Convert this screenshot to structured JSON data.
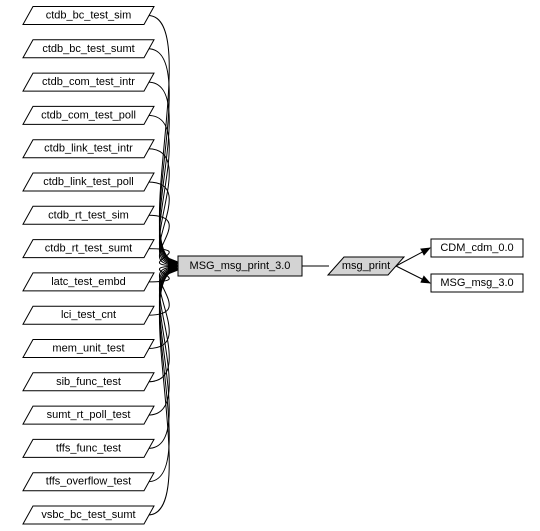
{
  "diagram": {
    "center_node": {
      "label": "MSG_msg_print_3.0",
      "fill": "#d3d3d3"
    },
    "mid_node": {
      "label": "msg_print",
      "fill": "#d3d3d3"
    },
    "callers": [
      {
        "label": "ctdb_bc_test_sim"
      },
      {
        "label": "ctdb_bc_test_sumt"
      },
      {
        "label": "ctdb_com_test_intr"
      },
      {
        "label": "ctdb_com_test_poll"
      },
      {
        "label": "ctdb_link_test_intr"
      },
      {
        "label": "ctdb_link_test_poll"
      },
      {
        "label": "ctdb_rt_test_sim"
      },
      {
        "label": "ctdb_rt_test_sumt"
      },
      {
        "label": "latc_test_embd"
      },
      {
        "label": "lci_test_cnt"
      },
      {
        "label": "mem_unit_test"
      },
      {
        "label": "sib_func_test"
      },
      {
        "label": "sumt_rt_poll_test"
      },
      {
        "label": "tffs_func_test"
      },
      {
        "label": "tffs_overflow_test"
      },
      {
        "label": "vsbc_bc_test_sumt"
      }
    ],
    "targets": [
      {
        "label": "CDM_cdm_0.0"
      },
      {
        "label": "MSG_msg_3.0"
      }
    ]
  }
}
